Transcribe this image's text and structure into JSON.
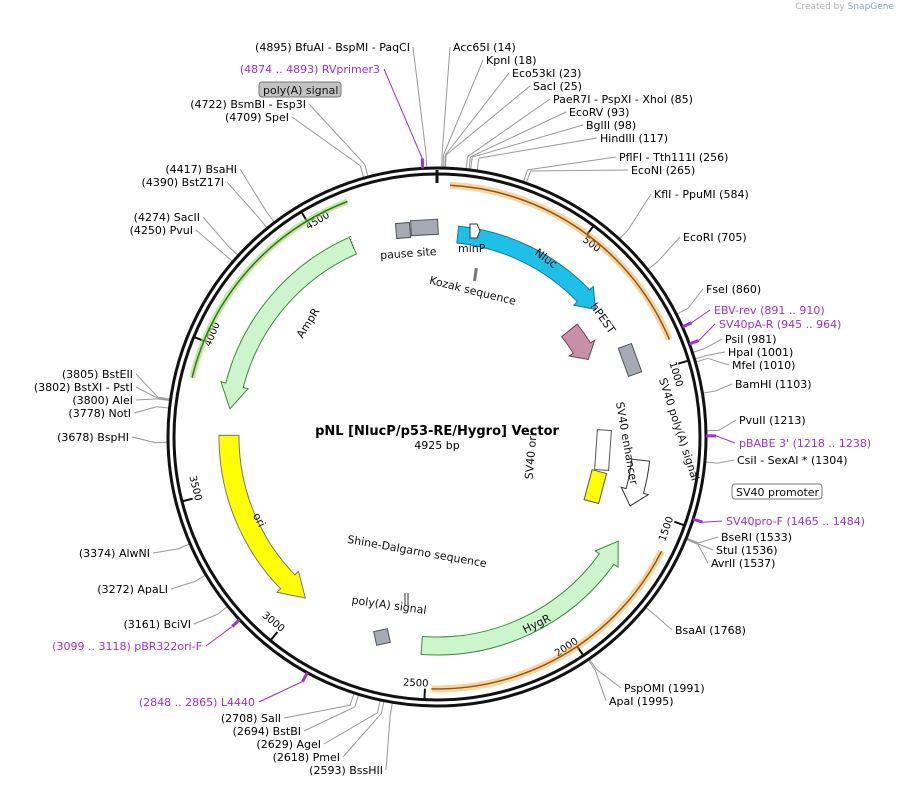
{
  "credit": {
    "prefix": "Created by",
    "brand": "SnapGene"
  },
  "title": "pNL [NlucP/p53-RE/Hygro] Vector",
  "length_label": "4925 bp",
  "total_bp": 4925,
  "ticks": [
    "500",
    "1000",
    "1500",
    "2000",
    "2500",
    "3000",
    "3500",
    "4000",
    "4500"
  ],
  "enzymes_right": [
    {
      "text": "Acc65I   (14)",
      "name": "Acc65I",
      "pos": "(14)",
      "bp": 14
    },
    {
      "text": "KpnI   (18)",
      "name": "KpnI",
      "pos": "(18)",
      "bp": 18
    },
    {
      "text": "Eco53kI   (23)",
      "name": "Eco53kI",
      "pos": "(23)",
      "bp": 23
    },
    {
      "text": "SacI   (25)",
      "name": "SacI",
      "pos": "(25)",
      "bp": 25
    },
    {
      "text": "PaeR7I  - PspXI  - XhoI   (85)",
      "name": "PaeR7I - PspXI - XhoI",
      "pos": "(85)",
      "bp": 85
    },
    {
      "text": "EcoRV   (93)",
      "name": "EcoRV",
      "pos": "(93)",
      "bp": 93
    },
    {
      "text": "BglII   (98)",
      "name": "BglII",
      "pos": "(98)",
      "bp": 98
    },
    {
      "text": "HindIII   (117)",
      "name": "HindIII",
      "pos": "(117)",
      "bp": 117
    },
    {
      "text": "PflFI  - Tth111I   (256)",
      "name": "PflFI - Tth111I",
      "pos": "(256)",
      "bp": 256
    },
    {
      "text": "EcoNI   (265)",
      "name": "EcoNI",
      "pos": "(265)",
      "bp": 265
    },
    {
      "text": "KflI  - PpuMI   (584)",
      "name": "KflI - PpuMI",
      "pos": "(584)",
      "bp": 584
    },
    {
      "text": "EcoRI   (705)",
      "name": "EcoRI",
      "pos": "(705)",
      "bp": 705
    },
    {
      "text": "FseI   (860)",
      "name": "FseI",
      "pos": "(860)",
      "bp": 860
    },
    {
      "text": "PsiI   (981)",
      "name": "PsiI",
      "pos": "(981)",
      "bp": 981
    },
    {
      "text": "HpaI   (1001)",
      "name": "HpaI",
      "pos": "(1001)",
      "bp": 1001
    },
    {
      "text": "MfeI   (1010)",
      "name": "MfeI",
      "pos": "(1010)",
      "bp": 1010
    },
    {
      "text": "BamHI   (1103)",
      "name": "BamHI",
      "pos": "(1103)",
      "bp": 1103
    },
    {
      "text": "PvuII   (1213)",
      "name": "PvuII",
      "pos": "(1213)",
      "bp": 1213
    },
    {
      "text": "CsiI  - SexAI *   (1304)",
      "name": "CsiI - SexAI *",
      "pos": "(1304)",
      "bp": 1304
    },
    {
      "text": "BseRI   (1533)",
      "name": "BseRI",
      "pos": "(1533)",
      "bp": 1533
    },
    {
      "text": "StuI   (1536)",
      "name": "StuI",
      "pos": "(1536)",
      "bp": 1536
    },
    {
      "text": "AvrII   (1537)",
      "name": "AvrII",
      "pos": "(1537)",
      "bp": 1537
    },
    {
      "text": "BsaAI   (1768)",
      "name": "BsaAI",
      "pos": "(1768)",
      "bp": 1768
    },
    {
      "text": "PspOMI   (1991)",
      "name": "PspOMI",
      "pos": "(1991)",
      "bp": 1991
    },
    {
      "text": "ApaI   (1995)",
      "name": "ApaI",
      "pos": "(1995)",
      "bp": 1995
    }
  ],
  "enzymes_left": [
    {
      "text": "(4895)  BfuAI  - BspMI  - PaqCI",
      "name": "BfuAI - BspMI - PaqCI",
      "pos": "(4895)",
      "bp": 4895
    },
    {
      "text": "(4722)  BsmBI  - Esp3I",
      "name": "BsmBI - Esp3I",
      "pos": "(4722)",
      "bp": 4722
    },
    {
      "text": "(4709)  SpeI",
      "name": "SpeI",
      "pos": "(4709)",
      "bp": 4709
    },
    {
      "text": "(4417)  BsaHI",
      "name": "BsaHI",
      "pos": "(4417)",
      "bp": 4417
    },
    {
      "text": "(4390)  BstZ17I",
      "name": "BstZ17I",
      "pos": "(4390)",
      "bp": 4390
    },
    {
      "text": "(4274)  SacII",
      "name": "SacII",
      "pos": "(4274)",
      "bp": 4274
    },
    {
      "text": "(4250)  PvuI",
      "name": "PvuI",
      "pos": "(4250)",
      "bp": 4250
    },
    {
      "text": "(3805)  BstEII",
      "name": "BstEII",
      "pos": "(3805)",
      "bp": 3805
    },
    {
      "text": "(3802)  BstXI  - PstI",
      "name": "BstXI - PstI",
      "pos": "(3802)",
      "bp": 3802
    },
    {
      "text": "(3800)  AleI",
      "name": "AleI",
      "pos": "(3800)",
      "bp": 3800
    },
    {
      "text": "(3778)  NotI",
      "name": "NotI",
      "pos": "(3778)",
      "bp": 3778
    },
    {
      "text": "(3678)  BspHI",
      "name": "BspHI",
      "pos": "(3678)",
      "bp": 3678
    },
    {
      "text": "(3374)  AlwNI",
      "name": "AlwNI",
      "pos": "(3374)",
      "bp": 3374
    },
    {
      "text": "(3272)  ApaLI",
      "name": "ApaLI",
      "pos": "(3272)",
      "bp": 3272
    },
    {
      "text": "(3161)  BciVI",
      "name": "BciVI",
      "pos": "(3161)",
      "bp": 3161
    },
    {
      "text": "(2708)  SalI",
      "name": "SalI",
      "pos": "(2708)",
      "bp": 2708
    },
    {
      "text": "(2694)  BstBI",
      "name": "BstBI",
      "pos": "(2694)",
      "bp": 2694
    },
    {
      "text": "(2629)  AgeI",
      "name": "AgeI",
      "pos": "(2629)",
      "bp": 2629
    },
    {
      "text": "(2618)  PmeI",
      "name": "PmeI",
      "pos": "(2618)",
      "bp": 2618
    },
    {
      "text": "(2593)  BssHII",
      "name": "BssHII",
      "pos": "(2593)",
      "bp": 2593
    }
  ],
  "primers": [
    {
      "text": "(4874 .. 4893)  RVprimer3",
      "start": 4874,
      "end": 4893
    },
    {
      "text": "EBV-rev    (891 .. 910)",
      "start": 891,
      "end": 910
    },
    {
      "text": "SV40pA-R    (945 .. 964)",
      "start": 945,
      "end": 964
    },
    {
      "text": "pBABE 3'    (1218 .. 1238)",
      "start": 1218,
      "end": 1238
    },
    {
      "text": "SV40pro-F    (1465 .. 1484)",
      "start": 1465,
      "end": 1484
    },
    {
      "text": "(3099 .. 3118)  pBR322ori-F",
      "start": 3099,
      "end": 3118
    },
    {
      "text": "(2848 .. 2865)  L4440",
      "start": 2848,
      "end": 2865
    }
  ],
  "features": {
    "nluc": "Nluc",
    "hpest": "hPEST",
    "minp": "minP",
    "kozak": "Kozak sequence",
    "pause_site": "pause site",
    "polyA_top": "poly(A) signal",
    "sv40_polya": "SV40 poly(A) signal",
    "sv40_enhancer": "SV40 enhancer",
    "sv40_ori": "SV40 ori",
    "sv40_promoter": "SV40 promoter",
    "hygr": "HygR",
    "shine": "Shine-Dalgarno sequence",
    "polyA_bottom": "poly(A) signal",
    "ori": "ori",
    "ampr": "AmpR"
  },
  "colors": {
    "nluc": "#1ec0e8",
    "hpest": "#c98fa8",
    "resistance": "#ccf5cc",
    "ori": "#ffff00",
    "terminator": "#a6aab3",
    "primer": "#a030d0",
    "orf_orange": "#f0a030"
  }
}
